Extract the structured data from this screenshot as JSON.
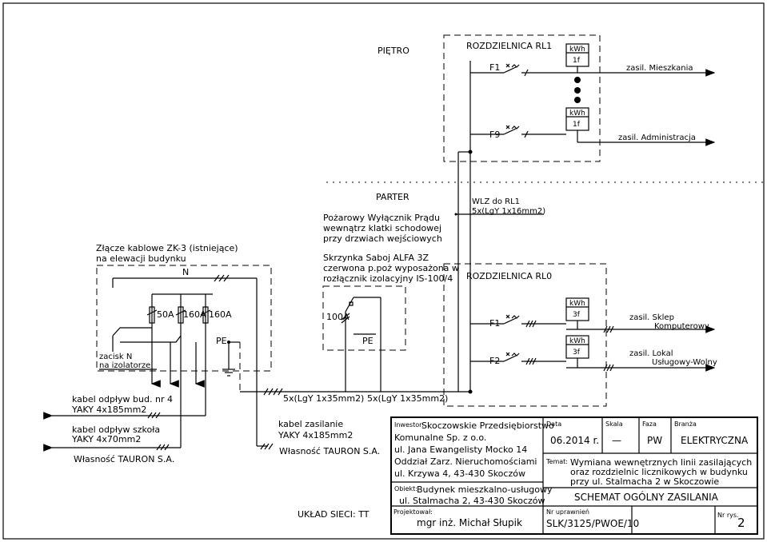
{
  "upper": {
    "pietro": "PIĘTRO",
    "rl1_title": "ROZDZIELNICA RL1",
    "f1": "F1",
    "f9": "F9",
    "kwh_a": "kWh",
    "f1_phase": "1f",
    "kwh_b": "kWh",
    "f9_phase": "1f",
    "out1": "zasil. Mieszkania",
    "out2": "zasil. Administracja"
  },
  "parter": "PARTER",
  "wlz": {
    "line1": "WLZ do RL1",
    "line2": "5x(LgY 1x16mm2)"
  },
  "zk3": {
    "line1": "Złącze kablowe ZK-3 (istniejące)",
    "line2": "na elewacji budynku"
  },
  "pwp": {
    "line1": "Pożarowy Wyłącznik Prądu",
    "line2": "wewnątrz klatki schodowej",
    "line3": "przy drzwiach wejściowych",
    "line4": "Skrzynka Saboj ALFA 3Z",
    "line5": "czerwona p.poż wyposażona w",
    "line6": "rozłącznik izolacyjny IS-100/4",
    "breaker": "100A",
    "pe": "PE"
  },
  "zk": {
    "n": "N",
    "fuse1": "50A",
    "fuse2": "160A",
    "fuse3": "160A",
    "pe": "PE",
    "zacisk1": "zacisk N",
    "zacisk2": "na izolatorze"
  },
  "cables": {
    "c1": "5x(LgY 1x35mm2)",
    "c2": "5x(LgY 1x35mm2)",
    "odplyw1_a": "kabel odpływ bud. nr 4",
    "odplyw1_b": "YAKY 4x185mm2",
    "odplyw2_a": "kabel odpływ szkoła",
    "odplyw2_b": "YAKY 4x70mm2",
    "tauron1": "Własność TAURON S.A.",
    "zasil_a": "kabel zasilanie",
    "zasil_b": "YAKY 4x185mm2",
    "tauron2": "Własność TAURON S.A.",
    "uklad": "UKŁAD SIECI: TT"
  },
  "rl0": {
    "title": "ROZDZIELNICA RL0",
    "f1": "F1",
    "f2": "F2",
    "kwh1": "kWh",
    "ph1": "3f",
    "kwh2": "kWh",
    "ph2": "3f",
    "out1a": "zasil. Sklep",
    "out1b": "Komputerowy",
    "out2a": "zasil. Lokal",
    "out2b": "Usługowy-Wolny"
  },
  "titleblock": {
    "inwestor_label": "Inwestor:",
    "inwestor1": "Skoczowskie Przedsiębiorstwo",
    "inwestor2": "Komunalne Sp. z o.o.",
    "inwestor3": "ul. Jana Ewangelisty Mocko 14",
    "inwestor4": "Oddział Zarz. Nieruchomościami",
    "inwestor5": "ul. Krzywa 4, 43-430 Skoczów",
    "obiekt_label": "Obiekt:",
    "obiekt1": "Budynek mieszkalno-usługowy",
    "obiekt2": "ul. Stalmacha 2, 43-430 Skoczów",
    "proj_label": "Projektował:",
    "proj_name": "mgr inż. Michał Słupik",
    "data_label": "Data",
    "data_val": "06.2014 r.",
    "skala_label": "Skala",
    "skala_val": "—",
    "faza_label": "Faza",
    "faza_val": "PW",
    "branza_label": "Branża",
    "branza_val": "ELEKTRYCZNA",
    "temat_label": "Temat:",
    "temat1": "Wymiana wewnętrznych linii zasilających",
    "temat2": "oraz rozdzielnic licznikowych w budynku",
    "temat3": "przy ul. Stalmacha 2 w Skoczowie",
    "schemat": "SCHEMAT OGÓLNY ZASILANIA",
    "nr_upr_label": "Nr uprawnień",
    "nr_upr_val": "SLK/3125/PWOE/10",
    "nr_rys_label": "Nr rys.",
    "nr_rys_val": "2"
  }
}
